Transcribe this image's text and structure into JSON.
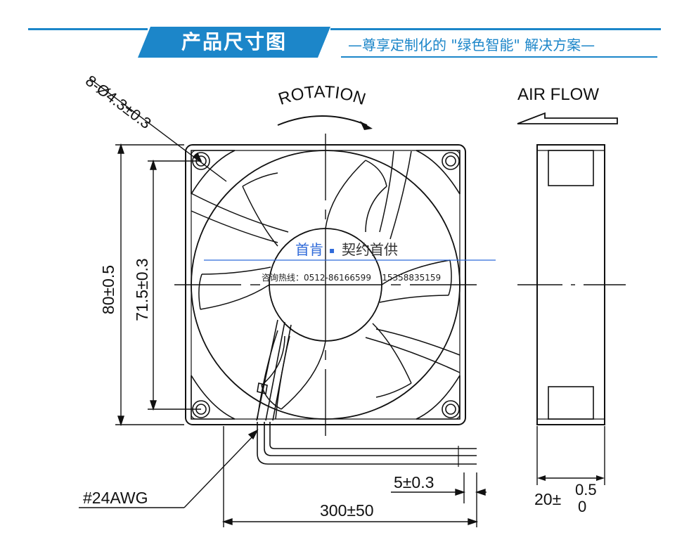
{
  "header": {
    "title": "产品尺寸图",
    "slogan": "—尊享定制化的 \"绿色智能\" 解决方案—"
  },
  "labels": {
    "hole_spec": "8-Ø4.3±0.3",
    "rotation": "ROTATION",
    "air_flow": "AIR FLOW",
    "outer_size": "80±0.5",
    "hole_pitch": "71.5±0.3",
    "wire_gauge": "#24AWG",
    "strip_length": "5±0.3",
    "lead_length": "300±50",
    "thickness_base": "20±",
    "thickness_upper": "0.5",
    "thickness_lower": "0"
  },
  "watermark": {
    "line1_a": "首肯",
    "bullet": "▪",
    "line1_b": "契约首供",
    "line2": "咨询热线：0512-86166599    15358835159"
  },
  "colors": {
    "brand_blue": "#1c86c9",
    "line": "#111111",
    "watermark_blue": "#2f6ad9"
  }
}
